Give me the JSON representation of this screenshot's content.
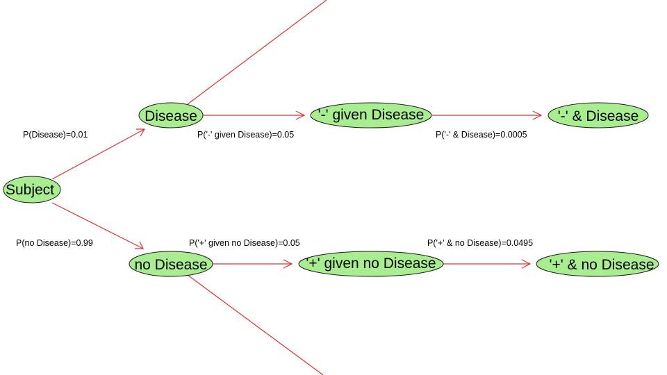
{
  "nodes": {
    "subject": "Subject",
    "disease": "Disease",
    "no_disease": "no Disease",
    "neg_given_disease": "'-' given Disease",
    "pos_given_no_disease": "'+' given no Disease",
    "neg_and_disease": "'-' & Disease",
    "pos_and_no_disease": "'+' & no Disease"
  },
  "edges": {
    "p_disease": "P(Disease)=0.01",
    "p_no_disease": "P(no Disease)=0.99",
    "p_neg_given_disease": "P('-' given Disease)=0.05",
    "p_pos_given_no_disease": "P('+' given no Disease)=0.05",
    "p_neg_and_disease": "P('-' & Disease)=0.0005",
    "p_pos_and_no_disease": "P('+' & no Disease)=0.0495"
  },
  "colors": {
    "node_fill": "#a8ee90",
    "edge": "#e03030"
  }
}
